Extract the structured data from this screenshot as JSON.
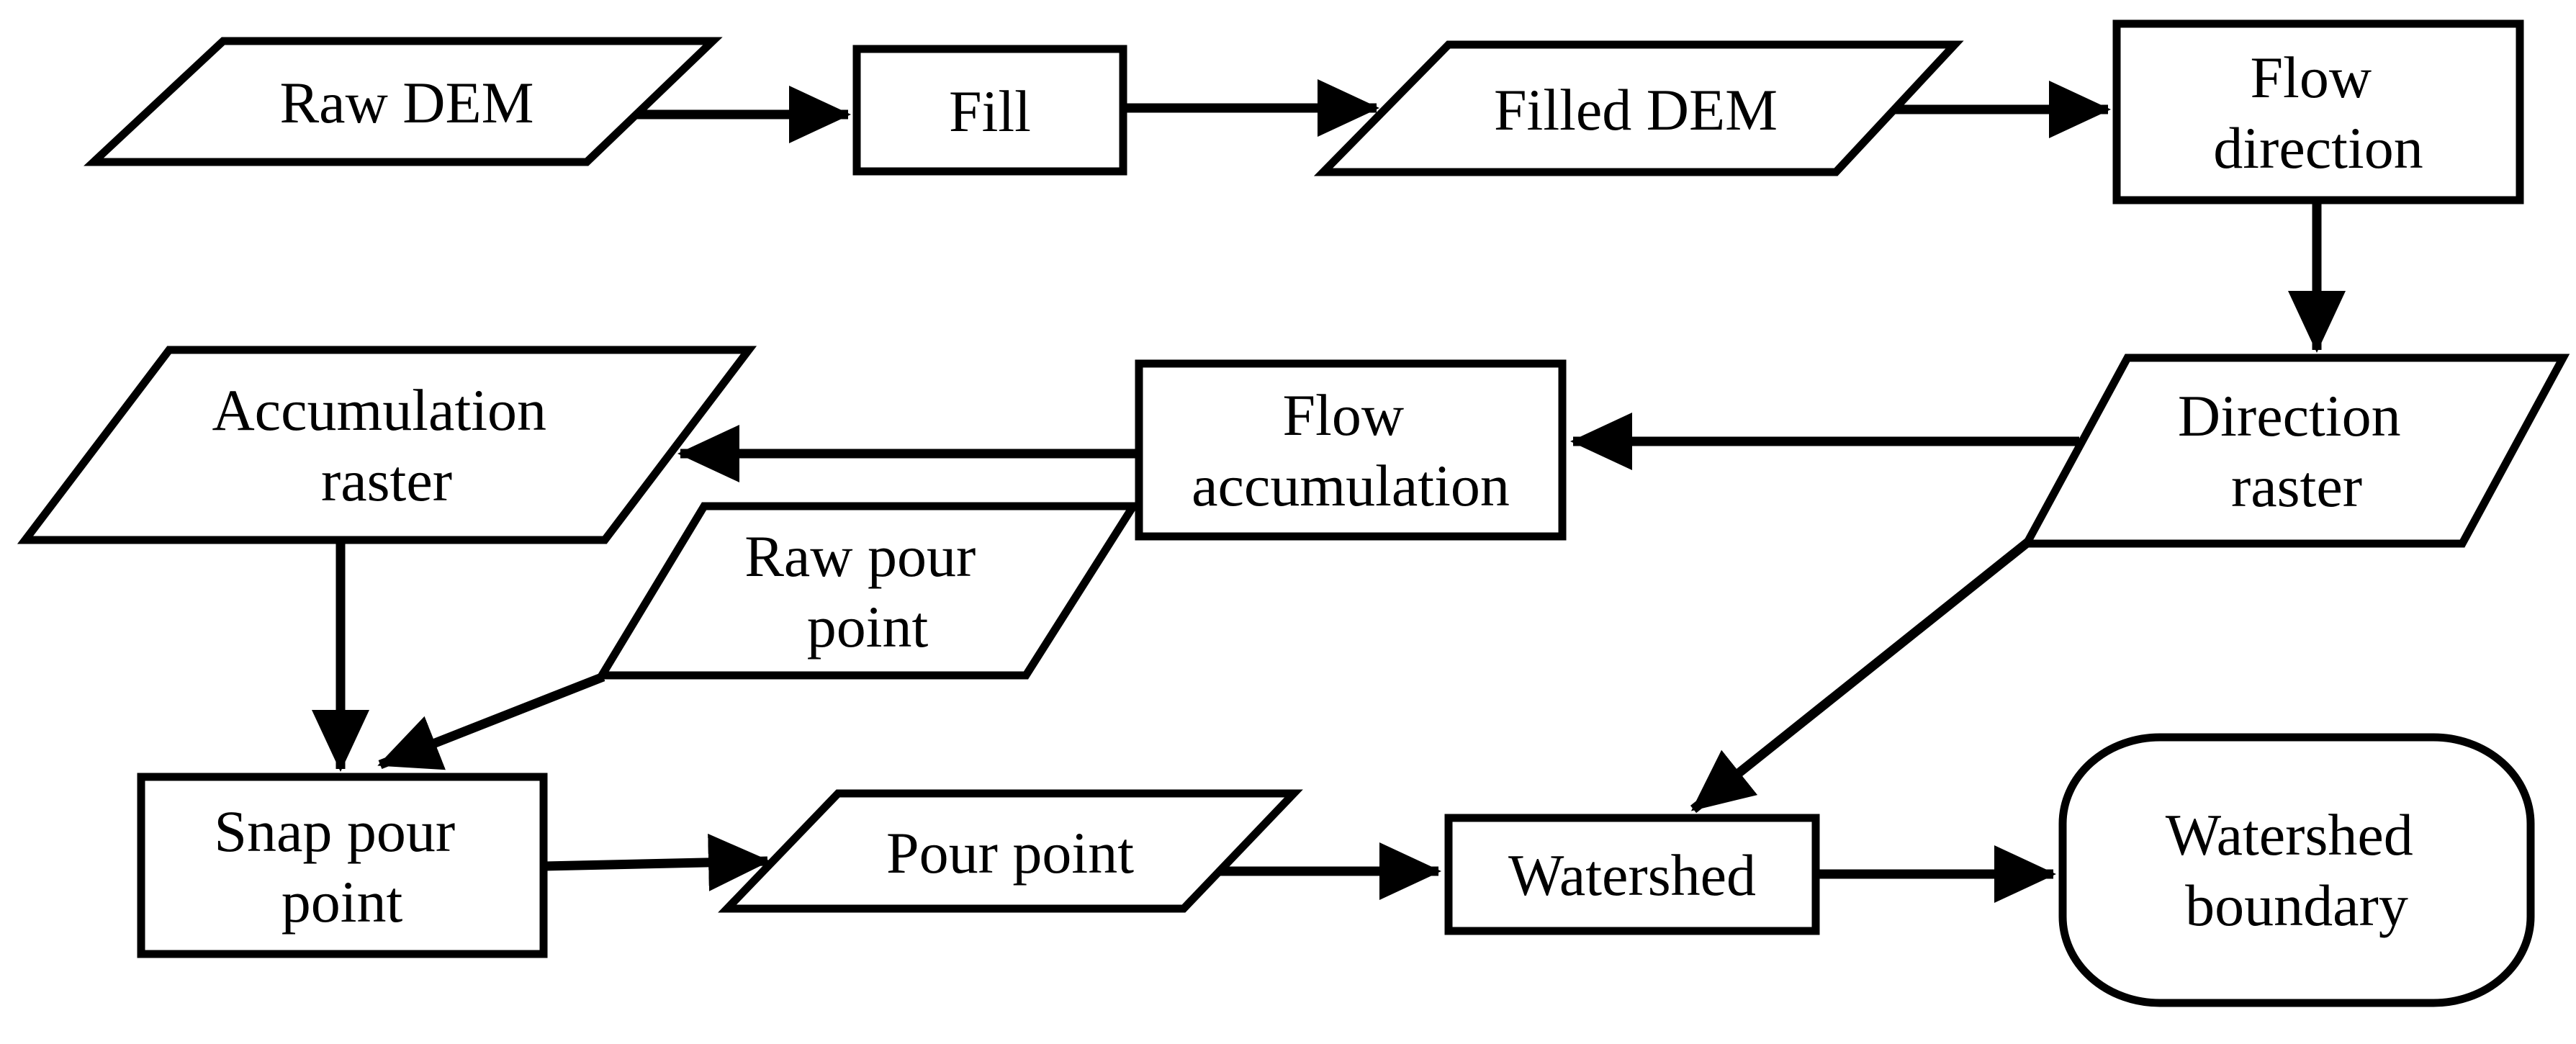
{
  "diagram": {
    "type": "flowchart",
    "background_color": "#ffffff",
    "stroke_color": "#000000",
    "nodes": {
      "raw_dem": {
        "shape": "parallelogram",
        "label": "Raw DEM",
        "lines": [
          "Raw DEM"
        ]
      },
      "fill": {
        "shape": "rectangle",
        "label": "Fill",
        "lines": [
          "Fill"
        ]
      },
      "filled_dem": {
        "shape": "parallelogram",
        "label": "Filled DEM",
        "lines": [
          "Filled DEM"
        ]
      },
      "flow_direction": {
        "shape": "rectangle",
        "label": "Flow direction",
        "lines": [
          "Flow",
          "direction"
        ]
      },
      "direction_raster": {
        "shape": "parallelogram",
        "label": "Direction raster",
        "lines": [
          "Direction",
          "raster"
        ]
      },
      "flow_accumulation": {
        "shape": "rectangle",
        "label": "Flow accumulation",
        "lines": [
          "Flow",
          "accumulation"
        ]
      },
      "accumulation_raster": {
        "shape": "parallelogram",
        "label": "Accumulation raster",
        "lines": [
          "Accumulation",
          "raster"
        ]
      },
      "raw_pour_point": {
        "shape": "parallelogram",
        "label": "Raw pour point",
        "lines": [
          "Raw pour",
          "point"
        ]
      },
      "snap_pour_point": {
        "shape": "rectangle",
        "label": "Snap pour point",
        "lines": [
          "Snap pour",
          "point"
        ]
      },
      "pour_point": {
        "shape": "parallelogram",
        "label": "Pour point",
        "lines": [
          "Pour point"
        ]
      },
      "watershed": {
        "shape": "rectangle",
        "label": "Watershed",
        "lines": [
          "Watershed"
        ]
      },
      "watershed_boundary": {
        "shape": "rounded-rectangle",
        "label": "Watershed boundary",
        "lines": [
          "Watershed",
          "boundary"
        ]
      }
    },
    "edges": [
      {
        "from": "raw_dem",
        "to": "fill"
      },
      {
        "from": "fill",
        "to": "filled_dem"
      },
      {
        "from": "filled_dem",
        "to": "flow_direction"
      },
      {
        "from": "flow_direction",
        "to": "direction_raster"
      },
      {
        "from": "direction_raster",
        "to": "flow_accumulation"
      },
      {
        "from": "flow_accumulation",
        "to": "accumulation_raster"
      },
      {
        "from": "accumulation_raster",
        "to": "snap_pour_point"
      },
      {
        "from": "raw_pour_point",
        "to": "snap_pour_point"
      },
      {
        "from": "snap_pour_point",
        "to": "pour_point"
      },
      {
        "from": "pour_point",
        "to": "watershed"
      },
      {
        "from": "watershed",
        "to": "watershed_boundary"
      },
      {
        "from": "direction_raster",
        "to": "watershed"
      }
    ]
  }
}
